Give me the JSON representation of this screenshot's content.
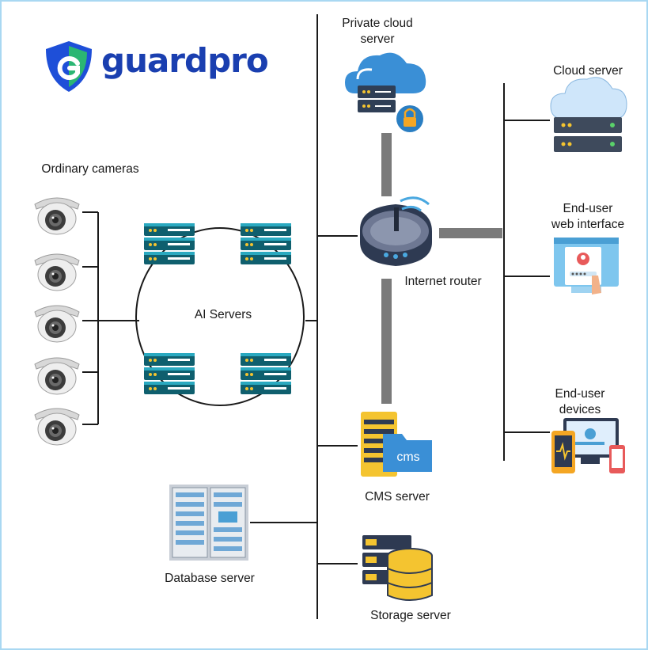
{
  "brand": {
    "name": "guardpro",
    "color": "#1a3fb0",
    "logo_icon": "shield-g-icon"
  },
  "nodes": {
    "ordinary_cameras": {
      "label": "Ordinary cameras",
      "icon": "dome-camera-icon",
      "count": 5
    },
    "ai_servers": {
      "label": "AI Servers",
      "icon": "server-rack-icon",
      "count": 4
    },
    "private_cloud": {
      "label": "Private cloud\nserver",
      "icon": "private-cloud-server-icon"
    },
    "internet_router": {
      "label": "Internet router",
      "icon": "router-icon"
    },
    "cloud_server": {
      "label": "Cloud server",
      "icon": "cloud-server-icon"
    },
    "web_interface": {
      "label": "End-user\nweb interface",
      "icon": "web-login-icon"
    },
    "user_devices": {
      "label": "End-user\ndevices",
      "icon": "devices-icon"
    },
    "cms_server": {
      "label": "CMS server",
      "icon": "cms-server-icon",
      "badge": "cms"
    },
    "database_server": {
      "label": "Database server",
      "icon": "database-rack-icon"
    },
    "storage_server": {
      "label": "Storage server",
      "icon": "storage-server-icon"
    }
  },
  "colors": {
    "frame": "#a9d8f2",
    "line": "#1a1a1a",
    "link": "#7a7a7a"
  }
}
